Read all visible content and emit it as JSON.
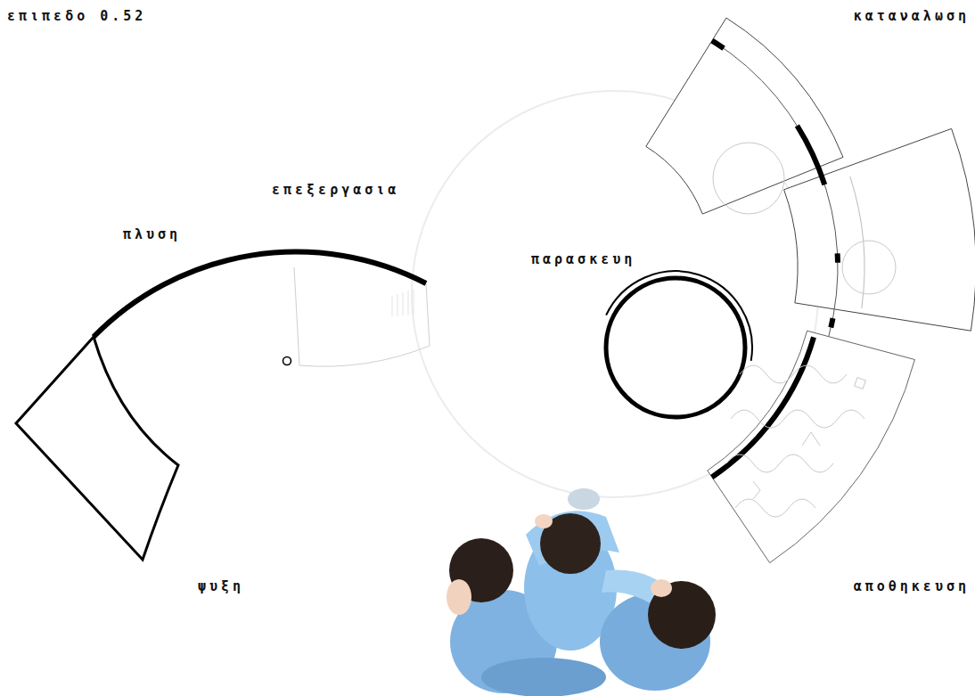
{
  "diagram": {
    "title": "επιπεδο 0.52",
    "labels": [
      "καταναλωση",
      "επεξεργασια",
      "πλυση",
      "παρασκευη",
      "ψυξη",
      "αποθηκευση"
    ]
  }
}
